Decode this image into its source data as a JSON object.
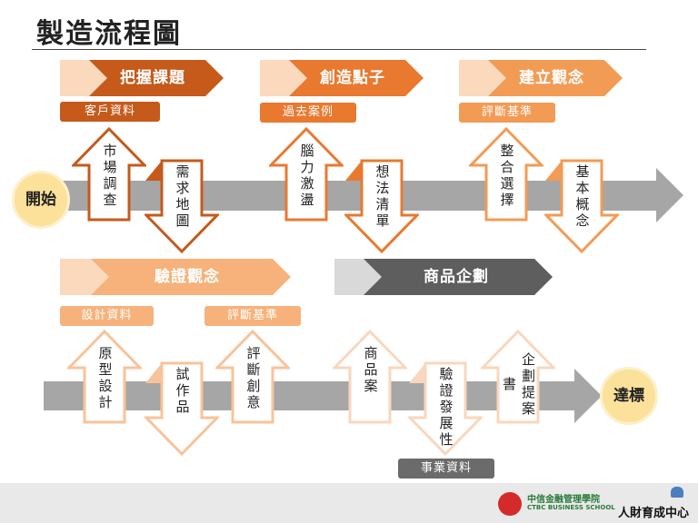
{
  "title": "製造流程圖",
  "start": "開始",
  "goal": "達標",
  "colors": {
    "dark": "#c55a1b",
    "mid": "#e8792f",
    "light": "#f29b55",
    "pale": "#f6b27a",
    "gray": "#5e5e5e",
    "line": "#a6a6a6"
  },
  "row1": {
    "banners": [
      {
        "label": "把握課題"
      },
      {
        "label": "創造點子"
      },
      {
        "label": "建立觀念"
      }
    ],
    "tags": [
      {
        "label": "客戶資料"
      },
      {
        "label": "過去案例"
      },
      {
        "label": "評斷基準"
      }
    ],
    "arrows": [
      {
        "label": "市場調查"
      },
      {
        "label": "需求地圖"
      },
      {
        "label": "腦力激盪"
      },
      {
        "label": "想法清單"
      },
      {
        "label": "整合選擇"
      },
      {
        "label": "基本概念"
      }
    ]
  },
  "row2": {
    "banners": [
      {
        "label": "驗證觀念"
      },
      {
        "label": "商品企劃"
      }
    ],
    "tags": [
      {
        "label": "設計資料"
      },
      {
        "label": "評斷基準"
      },
      {
        "label": "事業資料"
      }
    ],
    "arrows": [
      {
        "label": "原型設計"
      },
      {
        "label": "試作品"
      },
      {
        "label": "評斷創意"
      },
      {
        "label": "商品案"
      },
      {
        "label": "驗證發展性"
      },
      {
        "label": "企劃提案書"
      }
    ]
  },
  "footer": {
    "school_cn": "中信金融管理學院",
    "school_en": "CTBC BUSINESS SCHOOL",
    "center": "人財育成中心"
  }
}
